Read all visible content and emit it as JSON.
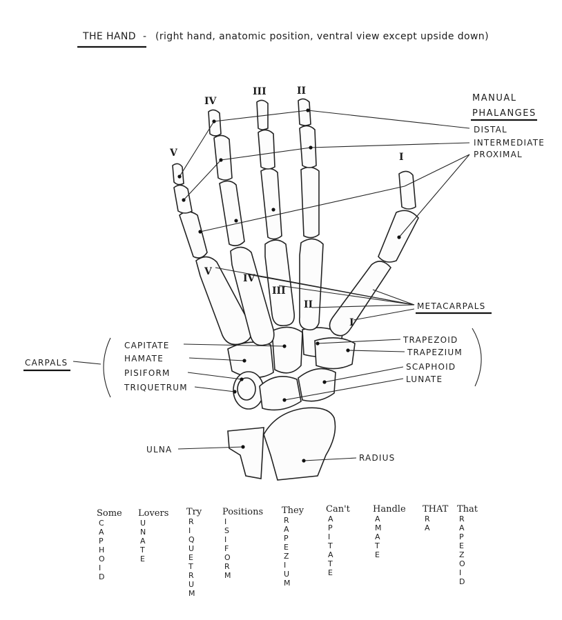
{
  "title": {
    "prefix": "THE HAND",
    "dash": " - ",
    "rest": "(right hand, anatomic position, ventral view except upside down)"
  },
  "digits": {
    "I": "I",
    "II": "II",
    "III": "III",
    "IV": "IV",
    "V": "V"
  },
  "metacarpal_numerals": {
    "I": "I",
    "II": "II",
    "III": "III",
    "IV": "IV",
    "V": "V"
  },
  "phalanges": {
    "heading_1": "MANUAL",
    "heading_2": "PHALANGES",
    "distal": "DISTAL",
    "intermediate": "INTERMEDIATE",
    "proximal": "PROXIMAL"
  },
  "metacarpals": "METACARPALS",
  "carpals": {
    "group": "CARPALS",
    "capitate": "CAPITATE",
    "hamate": "HAMATE",
    "pisiform": "PISIFORM",
    "triquetrum": "TRIQUETRUM",
    "trapezoid": "TRAPEZOID",
    "trapezium": "TRAPEZIUM",
    "scaphoid": "SCAPHOID",
    "lunate": "LUNATE"
  },
  "forearm": {
    "ulna": "ULNA",
    "radius": "RADIUS"
  },
  "mnemonic": [
    {
      "word": "Some",
      "rest": "CAPHOID"
    },
    {
      "word": "Lovers",
      "rest": "UNATE"
    },
    {
      "word": "Try",
      "rest": "RIQUETRUM"
    },
    {
      "word": "Positions",
      "rest": "ISIFORM"
    },
    {
      "word": "They",
      "rest": "RAPEZIUM"
    },
    {
      "word": "Can't",
      "rest": "APITATE"
    },
    {
      "word": "Handle",
      "rest": "AMATE"
    },
    {
      "word": "THAT",
      "rest": "RA"
    },
    {
      "word": "That",
      "rest": "RAPEZOID"
    }
  ],
  "colors": {
    "ink": "#1c1c1c",
    "paper": "#ffffff"
  }
}
